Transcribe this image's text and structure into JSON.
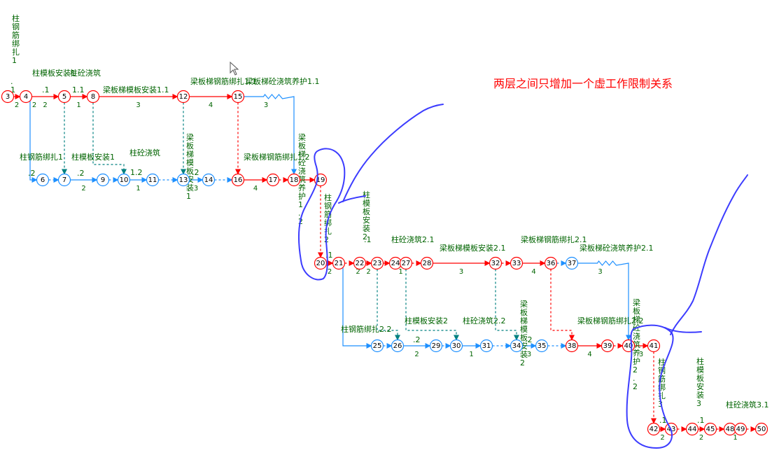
{
  "annotation": "两层之间只增加一个虚工作限制关系",
  "colors": {
    "critical": "#ff0000",
    "normal": "#1e90ff",
    "teal": "#008080",
    "label": "#006400",
    "scribble": "#3c3cff"
  },
  "icons": [
    "mouse-cursor-icon"
  ],
  "nodes": [
    {
      "id": "3",
      "c": "r"
    },
    {
      "id": "4",
      "c": "r"
    },
    {
      "id": "5",
      "c": "r"
    },
    {
      "id": "8",
      "c": "r"
    },
    {
      "id": "12",
      "c": "r"
    },
    {
      "id": "15",
      "c": "r"
    },
    {
      "id": "6",
      "c": "b"
    },
    {
      "id": "7",
      "c": "b"
    },
    {
      "id": "9",
      "c": "b"
    },
    {
      "id": "10",
      "c": "b"
    },
    {
      "id": "11",
      "c": "b"
    },
    {
      "id": "13",
      "c": "b"
    },
    {
      "id": "14",
      "c": "b"
    },
    {
      "id": "16",
      "c": "r"
    },
    {
      "id": "17",
      "c": "r"
    },
    {
      "id": "18",
      "c": "r"
    },
    {
      "id": "19",
      "c": "r"
    },
    {
      "id": "20",
      "c": "r"
    },
    {
      "id": "21",
      "c": "r"
    },
    {
      "id": "22",
      "c": "r"
    },
    {
      "id": "23",
      "c": "r"
    },
    {
      "id": "24",
      "c": "r"
    },
    {
      "id": "27",
      "c": "r"
    },
    {
      "id": "28",
      "c": "r"
    },
    {
      "id": "32",
      "c": "r"
    },
    {
      "id": "33",
      "c": "r"
    },
    {
      "id": "36",
      "c": "r"
    },
    {
      "id": "37",
      "c": "b"
    },
    {
      "id": "25",
      "c": "b"
    },
    {
      "id": "26",
      "c": "b"
    },
    {
      "id": "29",
      "c": "b"
    },
    {
      "id": "30",
      "c": "b"
    },
    {
      "id": "31",
      "c": "b"
    },
    {
      "id": "34",
      "c": "b"
    },
    {
      "id": "35",
      "c": "b"
    },
    {
      "id": "38",
      "c": "r"
    },
    {
      "id": "39",
      "c": "r"
    },
    {
      "id": "40",
      "c": "r"
    },
    {
      "id": "41",
      "c": "r"
    },
    {
      "id": "42",
      "c": "r"
    },
    {
      "id": "43",
      "c": "r"
    },
    {
      "id": "44",
      "c": "r"
    },
    {
      "id": "45",
      "c": "r"
    },
    {
      "id": "48",
      "c": "r"
    },
    {
      "id": "49",
      "c": "r"
    },
    {
      "id": "50",
      "c": "r"
    }
  ],
  "edges": [
    {
      "f": "3",
      "t": "4",
      "c": "r",
      "s": "solid",
      "d": "2"
    },
    {
      "f": "4",
      "t": "5",
      "c": "r",
      "s": "solid",
      "d": "2"
    },
    {
      "f": "5",
      "t": "8",
      "c": "r",
      "s": "solid",
      "d": "1"
    },
    {
      "f": "8",
      "t": "12",
      "c": "r",
      "s": "solid",
      "d": "3"
    },
    {
      "f": "12",
      "t": "15",
      "c": "r",
      "s": "solid",
      "d": "4"
    },
    {
      "f": "15",
      "t": "18",
      "c": "b",
      "s": "zig",
      "d": "3"
    },
    {
      "f": "4",
      "t": "6",
      "c": "b",
      "s": "solid",
      "d": "2"
    },
    {
      "f": "6",
      "t": "7",
      "c": "b",
      "s": "dash",
      "d": ""
    },
    {
      "f": "7",
      "t": "9",
      "c": "b",
      "s": "solid",
      "d": "2"
    },
    {
      "f": "9",
      "t": "10",
      "c": "b",
      "s": "dash",
      "d": ""
    },
    {
      "f": "10",
      "t": "11",
      "c": "b",
      "s": "solid",
      "d": "1"
    },
    {
      "f": "11",
      "t": "13",
      "c": "b",
      "s": "dash",
      "d": ""
    },
    {
      "f": "13",
      "t": "14",
      "c": "b",
      "s": "solid",
      "d": "3"
    },
    {
      "f": "14",
      "t": "16",
      "c": "b",
      "s": "dash",
      "d": ""
    },
    {
      "f": "16",
      "t": "17",
      "c": "r",
      "s": "solid",
      "d": "4"
    },
    {
      "f": "17",
      "t": "18",
      "c": "r",
      "s": "dash",
      "d": ""
    },
    {
      "f": "18",
      "t": "19",
      "c": "r",
      "s": "solid",
      "d": ""
    },
    {
      "f": "5",
      "t": "7",
      "c": "t",
      "s": "dashv",
      "d": ""
    },
    {
      "f": "8",
      "t": "10",
      "c": "t",
      "s": "dashl",
      "d": ""
    },
    {
      "f": "12",
      "t": "13",
      "c": "t",
      "s": "dashv",
      "d": ""
    },
    {
      "f": "15",
      "t": "16",
      "c": "r",
      "s": "dashv",
      "d": ""
    },
    {
      "f": "19",
      "t": "20",
      "c": "r",
      "s": "dashv",
      "d": ""
    },
    {
      "f": "20",
      "t": "21",
      "c": "r",
      "s": "solid",
      "d": "2"
    },
    {
      "f": "21",
      "t": "22",
      "c": "r",
      "s": "dash",
      "d": ""
    },
    {
      "f": "22",
      "t": "23",
      "c": "r",
      "s": "solid",
      "d": "2"
    },
    {
      "f": "23",
      "t": "24",
      "c": "r",
      "s": "dash",
      "d": ""
    },
    {
      "f": "24",
      "t": "27",
      "c": "r",
      "s": "solid",
      "d": "1"
    },
    {
      "f": "27",
      "t": "28",
      "c": "r",
      "s": "dash",
      "d": ""
    },
    {
      "f": "28",
      "t": "32",
      "c": "r",
      "s": "solid",
      "d": "3"
    },
    {
      "f": "32",
      "t": "33",
      "c": "r",
      "s": "dash",
      "d": ""
    },
    {
      "f": "33",
      "t": "36",
      "c": "r",
      "s": "solid",
      "d": "4"
    },
    {
      "f": "36",
      "t": "37",
      "c": "b",
      "s": "dash",
      "d": ""
    },
    {
      "f": "37",
      "t": "40",
      "c": "b",
      "s": "zig",
      "d": "3"
    },
    {
      "f": "21",
      "t": "25",
      "c": "b",
      "s": "solid",
      "d": "2"
    },
    {
      "f": "25",
      "t": "26",
      "c": "b",
      "s": "dash",
      "d": ""
    },
    {
      "f": "26",
      "t": "29",
      "c": "b",
      "s": "solid",
      "d": "2"
    },
    {
      "f": "29",
      "t": "30",
      "c": "b",
      "s": "dash",
      "d": ""
    },
    {
      "f": "30",
      "t": "31",
      "c": "b",
      "s": "solid",
      "d": "1"
    },
    {
      "f": "31",
      "t": "34",
      "c": "b",
      "s": "dash",
      "d": ""
    },
    {
      "f": "34",
      "t": "35",
      "c": "b",
      "s": "solid",
      "d": "3"
    },
    {
      "f": "35",
      "t": "38",
      "c": "b",
      "s": "dash",
      "d": ""
    },
    {
      "f": "38",
      "t": "39",
      "c": "r",
      "s": "solid",
      "d": "4"
    },
    {
      "f": "39",
      "t": "40",
      "c": "r",
      "s": "dash",
      "d": ""
    },
    {
      "f": "40",
      "t": "41",
      "c": "r",
      "s": "solid",
      "d": "3"
    },
    {
      "f": "23",
      "t": "26",
      "c": "t",
      "s": "dashl",
      "d": ""
    },
    {
      "f": "27",
      "t": "30",
      "c": "t",
      "s": "dashl",
      "d": ""
    },
    {
      "f": "32",
      "t": "34",
      "c": "t",
      "s": "dashl",
      "d": ""
    },
    {
      "f": "36",
      "t": "38",
      "c": "r",
      "s": "dashl",
      "d": ""
    },
    {
      "f": "41",
      "t": "42",
      "c": "r",
      "s": "dashv",
      "d": ""
    },
    {
      "f": "42",
      "t": "43",
      "c": "r",
      "s": "solid",
      "d": "2"
    },
    {
      "f": "43",
      "t": "44",
      "c": "r",
      "s": "dash",
      "d": ""
    },
    {
      "f": "44",
      "t": "45",
      "c": "r",
      "s": "solid",
      "d": "2"
    },
    {
      "f": "45",
      "t": "48",
      "c": "r",
      "s": "dash",
      "d": ""
    },
    {
      "f": "48",
      "t": "49",
      "c": "r",
      "s": "solid",
      "d": "1"
    },
    {
      "f": "49",
      "t": "50",
      "c": "r",
      "s": "dash",
      "d": ""
    }
  ],
  "labels": [
    {
      "k": "v",
      "t": "柱钢筋绑扎1"
    },
    {
      "k": "v",
      "t": ".1"
    },
    {
      "k": "h",
      "t": "柱模板安装1"
    },
    {
      "k": "h",
      "t": ".1"
    },
    {
      "k": "h",
      "t": "柱砼浇筑"
    },
    {
      "k": "h",
      "t": "1.1"
    },
    {
      "k": "h",
      "t": "梁板梯模板安装1.1"
    },
    {
      "k": "h",
      "t": "梁板梯钢筋绑扎1.1"
    },
    {
      "k": "h",
      "t": "梁板梯砼浇筑养护1.1"
    },
    {
      "k": "h",
      "t": "柱钢筋绑扎1"
    },
    {
      "k": "h",
      "t": ".2"
    },
    {
      "k": "h",
      "t": "柱模板安装1"
    },
    {
      "k": "h",
      "t": ".2"
    },
    {
      "k": "h",
      "t": "柱砼浇筑"
    },
    {
      "k": "h",
      "t": "1.2"
    },
    {
      "k": "v",
      "t": "梁板梯模板安装1"
    },
    {
      "k": "h",
      "t": ".2"
    },
    {
      "k": "h",
      "t": "梁板梯钢筋绑扎1.2"
    },
    {
      "k": "v",
      "t": "梁板梯砼浇筑养护1.2"
    },
    {
      "k": "v",
      "t": "柱钢筋绑扎2"
    },
    {
      "k": "h",
      "t": ".1"
    },
    {
      "k": "v",
      "t": "柱模板安装2"
    },
    {
      "k": "h",
      "t": ".1"
    },
    {
      "k": "h",
      "t": "柱砼浇筑2.1"
    },
    {
      "k": "h",
      "t": "梁板梯模板安装2.1"
    },
    {
      "k": "h",
      "t": "梁板梯钢筋绑扎2.1"
    },
    {
      "k": "h",
      "t": "梁板梯砼浇筑养护2.1"
    },
    {
      "k": "h",
      "t": "柱钢筋绑扎2.2"
    },
    {
      "k": "h",
      "t": "柱模板安装2"
    },
    {
      "k": "h",
      "t": ".2"
    },
    {
      "k": "h",
      "t": "柱砼浇筑2.2"
    },
    {
      "k": "v",
      "t": "梁板梯模板安装2"
    },
    {
      "k": "h",
      "t": ".2"
    },
    {
      "k": "h",
      "t": "梁板梯钢筋绑扎2.2"
    },
    {
      "k": "v",
      "t": "梁板梯砼浇筑养护2.2"
    },
    {
      "k": "v",
      "t": "柱钢筋绑扎3"
    },
    {
      "k": "h",
      "t": ".1"
    },
    {
      "k": "v",
      "t": "柱模板安装3"
    },
    {
      "k": "h",
      "t": ".1"
    },
    {
      "k": "h",
      "t": "柱砼浇筑3.1"
    }
  ]
}
